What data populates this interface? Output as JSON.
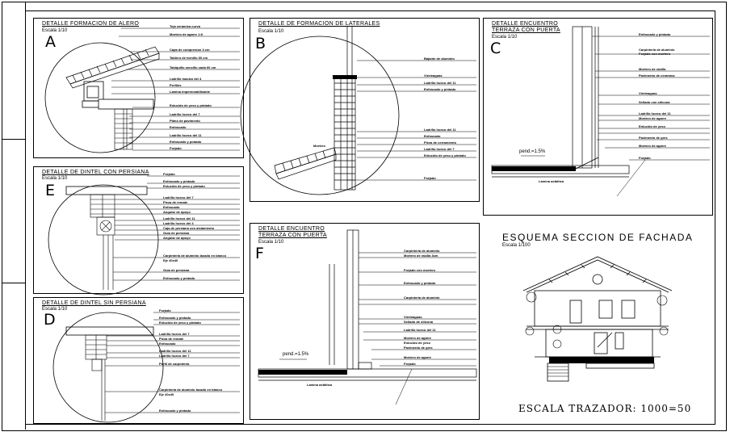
{
  "sheet": {
    "detalle_a": {
      "title": "DETALLE FORMACION DE ALERO",
      "scale": "Escala 1/10",
      "letter": "A",
      "labels": [
        "Teja ceramica curva",
        "Mortero de agarre 1:8",
        "Capa de compresion 3 cm",
        "Tablero de tornillo 60 cm",
        "Tabiquillo sencillo cada 60 cm",
        "Ladrillo macizo del 4",
        "Perfiles",
        "Lamina impermeabilizante",
        "Enlucido de yeso y pintado",
        "Ladrillo hueco del 7",
        "Plano de pavimento",
        "Enfoscado",
        "Ladrillo hueco del 11",
        "Enfoscado y pintado",
        "Forjado"
      ]
    },
    "detalle_b": {
      "title": "DETALLE DE FORMACION DE LATERALES",
      "scale": "Escala 1/10",
      "letter": "B",
      "labels": [
        "Bajante de aluminio",
        "Vierteaguas",
        "Ladrillo hueco del 11",
        "Enfoscado y pintado",
        "Ladrillo hueco del 11",
        "Enfoscado",
        "Pieza de cerramiento",
        "Ladrillo hueco del 7",
        "Enlucido de yeso y pintado",
        "Forjado"
      ],
      "inner_label": "Mortero"
    },
    "detalle_c": {
      "title": "DETALLE ENCUENTRO\nTERRAZA CON PUERTA",
      "scale": "Escala 1/10",
      "letter": "C",
      "labels": [
        "Enfoscado y pintado",
        "Carpinteria de aluminio",
        "Forjado con mortero",
        "Mortero de rasilla",
        "Pavimento de ceramica",
        "Vierteaguas",
        "Sellado con silicona",
        "Ladrillo hueco del 11",
        "Mortero de agarre",
        "Enlucido de yeso",
        "Pavimento de gres",
        "Mortero de agarre",
        "Forjado"
      ],
      "pend": "pend.=1.5%",
      "bottom_label": "Lamina asfaltica"
    },
    "detalle_e": {
      "title": "DETALLE DE DINTEL CON PERSIANA",
      "scale": "Escala 1/10",
      "letter": "E",
      "labels": [
        "Forjado",
        "Enfoscado y pintado",
        "Enlucido de yeso y pintado",
        "Ladrillo hueco del 7",
        "Pieza de remate",
        "Enfoscado",
        "Angular de apoyo",
        "Ladrillo hueco del 11",
        "Ladrillo hueco del 4",
        "Caja de persiana con aislamiento",
        "Guia de persiana",
        "Angular de apoyo",
        "Carpinteria de aluminio lacado en blanco",
        "Eje 40x40",
        "Guia de persiana",
        "Enfoscado y pintado"
      ]
    },
    "detalle_d": {
      "title": "DETALLE DE DINTEL SIN PERSIANA",
      "scale": "Escala 1/10",
      "letter": "D",
      "labels": [
        "Forjado",
        "Enfoscado y pintado",
        "Enlucido de yeso y pintado",
        "Ladrillo hueco del 7",
        "Pieza de remate",
        "Enfoscado",
        "Ladrillo hueco del 11",
        "Ladrillo hueco del 7",
        "Perfil de carpinteria",
        "Carpinteria de aluminio lacado en blanco",
        "Eje 40x40",
        "Enfoscado y pintado"
      ]
    },
    "detalle_f": {
      "title": "DETALLE ENCUENTRO\nTERRAZA CON PUERTA",
      "scale": "Escala 1/10",
      "letter": "F",
      "labels": [
        "Carpinteria de aluminio",
        "Mortero de rasilla 3cm",
        "Forjado con mortero",
        "Enfoscado y pintado",
        "Carpinteria de aluminio",
        "Vierteaguas",
        "Sellado de silicona",
        "Ladrillo hueco del 11",
        "Mortero de agarre",
        "Enlucido de yeso",
        "Pavimento de gres",
        "Mortero de agarre",
        "Forjado"
      ],
      "pend": "pend.=1.5%",
      "bottom_label": "Lamina asfaltica"
    },
    "esquema": {
      "title": "ESQUEMA SECCION DE FACHADA",
      "scale": "Escala 1/100"
    },
    "escala_trazador": "ESCALA TRAZADOR: 1000=50"
  }
}
